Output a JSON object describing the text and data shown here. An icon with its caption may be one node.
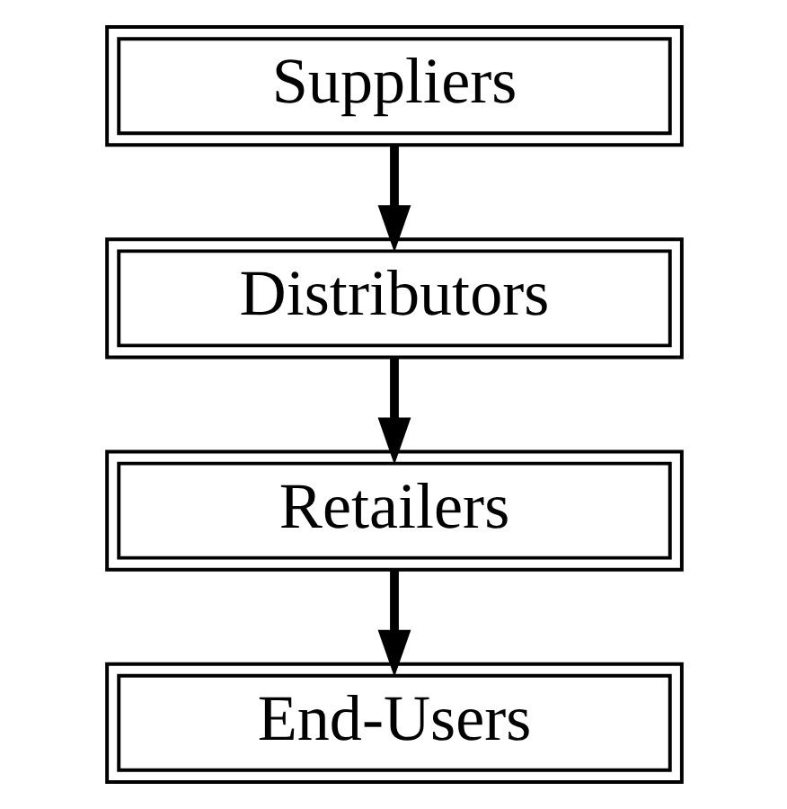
{
  "diagram": {
    "nodes": [
      {
        "text": [
          "Suppliers"
        ]
      },
      {
        "text": [
          "Distributors"
        ]
      },
      {
        "text": [
          "Retailers"
        ]
      },
      {
        "text": [
          "End-Users"
        ]
      }
    ],
    "edges": [
      {
        "from": 0,
        "to": 1,
        "arrow": "to"
      },
      {
        "from": 1,
        "to": 2,
        "arrow": "to"
      },
      {
        "from": 2,
        "to": 3,
        "arrow": "to"
      }
    ]
  }
}
